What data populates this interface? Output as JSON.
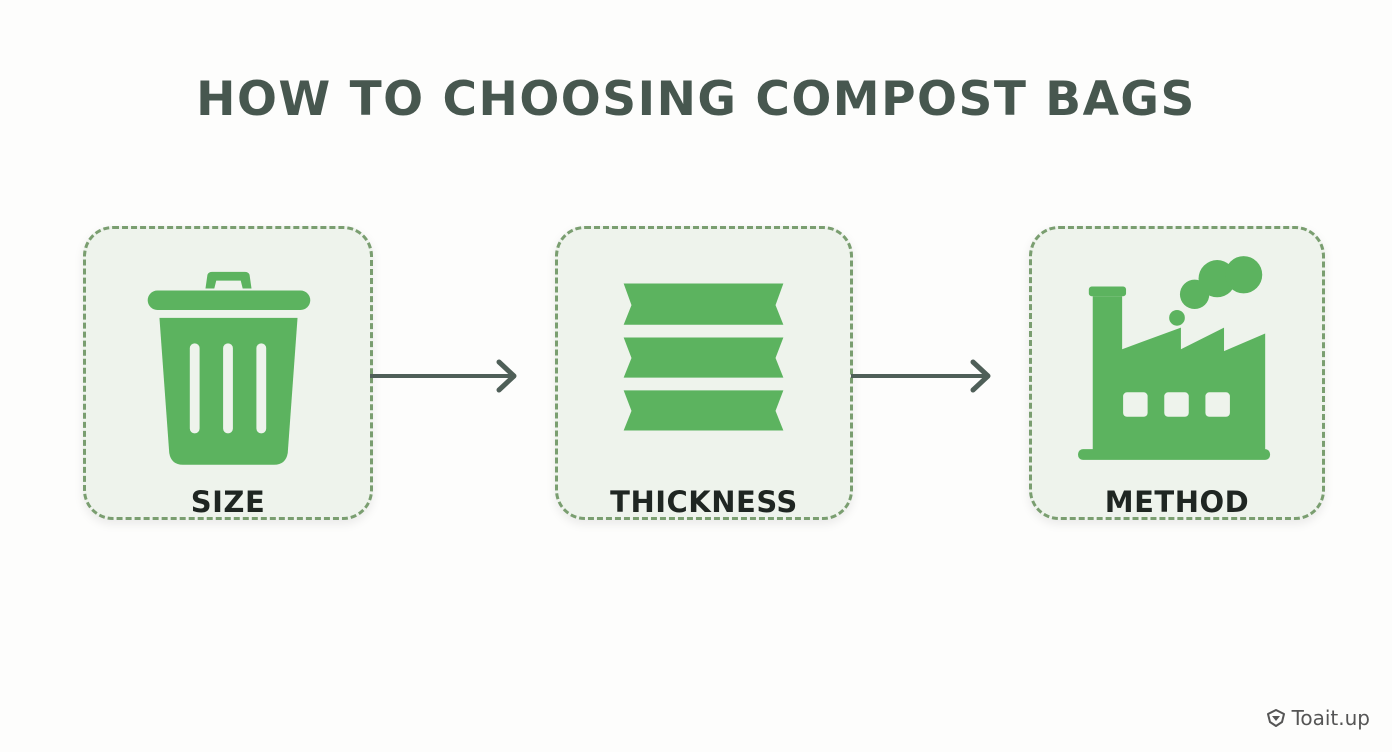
{
  "title": "HOW TO CHOOSING COMPOST BAGS",
  "steps": [
    {
      "label": "SIZE",
      "icon": "trash-can-icon"
    },
    {
      "label": "THICKNESS",
      "icon": "stacked-layers-icon"
    },
    {
      "label": "METHOD",
      "icon": "factory-icon"
    }
  ],
  "watermark": {
    "text": "Toait.up",
    "icon": "logo-icon"
  },
  "colors": {
    "icon_green": "#5cb35f",
    "card_background": "#eef3ec",
    "card_border": "#7a9e70",
    "title": "#47574f",
    "arrow": "#4f5f58",
    "label": "#1f2622"
  }
}
